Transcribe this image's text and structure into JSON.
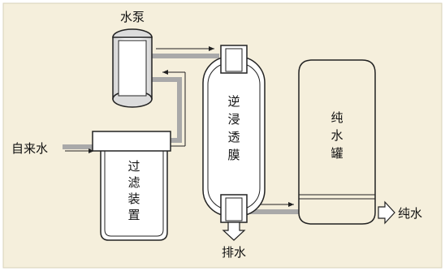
{
  "labels": {
    "pump": "水泵",
    "tap_water": "自来水",
    "filter": [
      "过",
      "滤",
      "装",
      "置"
    ],
    "ro_membrane": [
      "逆",
      "浸",
      "透",
      "膜"
    ],
    "pure_tank": [
      "纯",
      "水",
      "罐"
    ],
    "drain": "排水",
    "pure_water_out": "纯水"
  },
  "colors": {
    "background": "#f5efdc",
    "frame": "#ffffff",
    "pipe": "#a9a9a9",
    "outline": "#222222",
    "component_fill": "#ffffff",
    "tank_fill": "#f5efdc"
  }
}
